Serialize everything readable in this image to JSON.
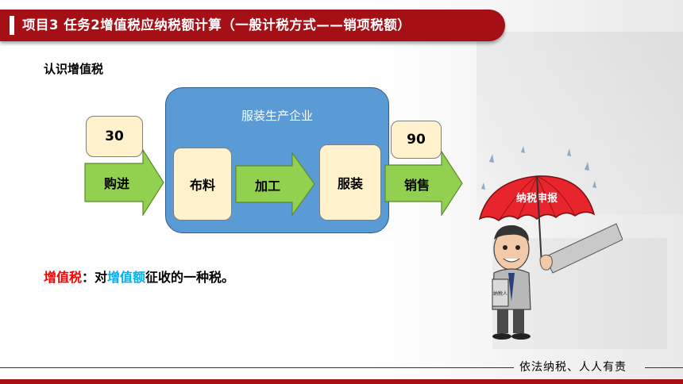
{
  "title": "项目3  任务2增值税应纳税额计算（一般计税方式——销项税额）",
  "section_heading": "认识增值税",
  "diagram": {
    "company_label": "服装生产企业",
    "purchase_amount": "30",
    "sales_amount": "90",
    "purchase_label": "购进",
    "material_label": "布料",
    "process_label": "加工",
    "product_label": "服装",
    "sales_label": "销售"
  },
  "definition": {
    "term": "增值税",
    "colon": "：对",
    "highlight": "增值额",
    "rest": "征收的一种税。"
  },
  "illustration": {
    "umbrella_text": "纳税申报",
    "book_text": "纳税人"
  },
  "footer_slogan": "依法纳税、人人有责",
  "colors": {
    "title_bar": "#a50f16",
    "company_box": "#5b9bd5",
    "yellow_box": "#fff2cc",
    "arrow_green": "#92d050",
    "term_red": "#ff0000",
    "highlight_blue": "#00b0f0"
  }
}
